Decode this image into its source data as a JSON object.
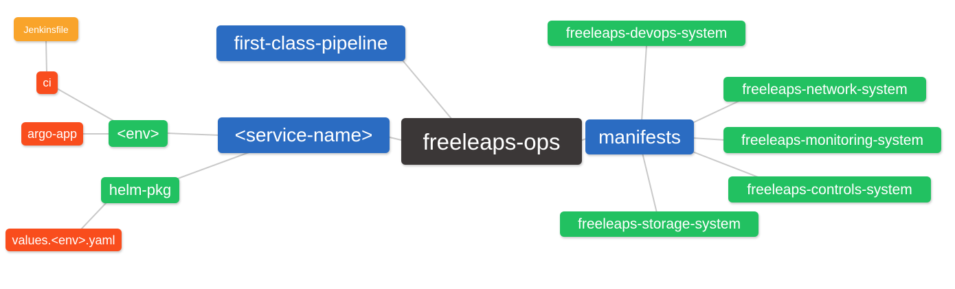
{
  "diagram": {
    "type": "mindmap",
    "background_color": "#ffffff",
    "edge_color": "#c9c9c9",
    "palette": {
      "blue": "#2b6cc2",
      "green": "#22c161",
      "red": "#f94d1d",
      "orange": "#f9a42b",
      "dark": "#3b3737",
      "text": "#ffffff"
    },
    "nodes": {
      "freeleaps_ops": {
        "label": "freeleaps-ops",
        "color": "#3b3737"
      },
      "first_class_pipeline": {
        "label": "first-class-pipeline",
        "color": "#2b6cc2"
      },
      "service_name": {
        "label": "<service-name>",
        "color": "#2b6cc2"
      },
      "manifests": {
        "label": "manifests",
        "color": "#2b6cc2"
      },
      "env": {
        "label": "<env>",
        "color": "#22c161"
      },
      "helm_pkg": {
        "label": "helm-pkg",
        "color": "#22c161"
      },
      "ci": {
        "label": "ci",
        "color": "#f94d1d"
      },
      "argo_app": {
        "label": "argo-app",
        "color": "#f94d1d"
      },
      "values_env_yaml": {
        "label": "values.<env>.yaml",
        "color": "#f94d1d"
      },
      "jenkinsfile": {
        "label": "Jenkinsfile",
        "color": "#f9a42b"
      },
      "freeleaps_devops_system": {
        "label": "freeleaps-devops-system",
        "color": "#22c161"
      },
      "freeleaps_network_system": {
        "label": "freeleaps-network-system",
        "color": "#22c161"
      },
      "freeleaps_monitoring_system": {
        "label": "freeleaps-monitoring-system",
        "color": "#22c161"
      },
      "freeleaps_controls_system": {
        "label": "freeleaps-controls-system",
        "color": "#22c161"
      },
      "freeleaps_storage_system": {
        "label": "freeleaps-storage-system",
        "color": "#22c161"
      }
    },
    "edges": [
      {
        "from": "jenkinsfile",
        "to": "ci"
      },
      {
        "from": "ci",
        "to": "env"
      },
      {
        "from": "argo_app",
        "to": "env"
      },
      {
        "from": "env",
        "to": "service_name"
      },
      {
        "from": "helm_pkg",
        "to": "service_name"
      },
      {
        "from": "values_env_yaml",
        "to": "helm_pkg"
      },
      {
        "from": "service_name",
        "to": "freeleaps_ops"
      },
      {
        "from": "first_class_pipeline",
        "to": "freeleaps_ops"
      },
      {
        "from": "freeleaps_ops",
        "to": "manifests"
      },
      {
        "from": "manifests",
        "to": "freeleaps_devops_system"
      },
      {
        "from": "manifests",
        "to": "freeleaps_network_system"
      },
      {
        "from": "manifests",
        "to": "freeleaps_monitoring_system"
      },
      {
        "from": "manifests",
        "to": "freeleaps_controls_system"
      },
      {
        "from": "manifests",
        "to": "freeleaps_storage_system"
      }
    ]
  }
}
